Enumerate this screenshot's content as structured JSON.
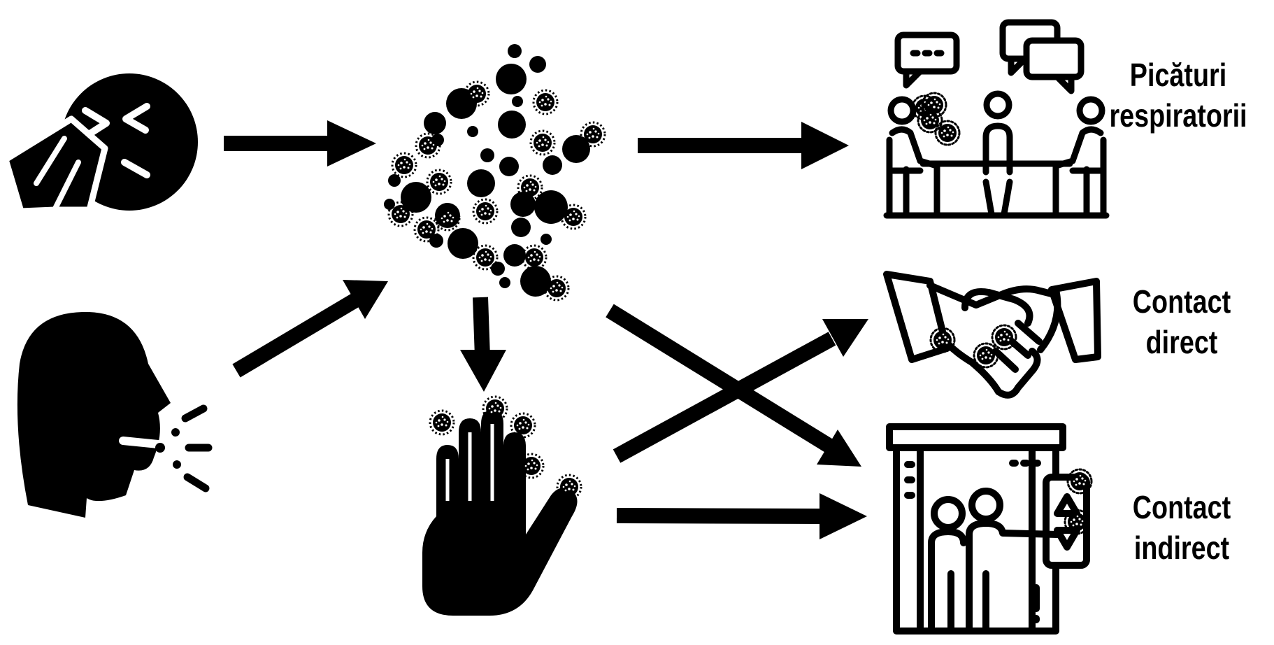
{
  "diagram": {
    "colors": {
      "ink": "#000000",
      "background": "#ffffff"
    },
    "sources": [
      {
        "icon": "sneeze-tissue-face-icon"
      },
      {
        "icon": "coughing-head-icon"
      }
    ],
    "intermediates": [
      {
        "icon": "virus-droplet-cloud-icon"
      },
      {
        "icon": "contaminated-hand-icon"
      }
    ],
    "routes": [
      {
        "icon": "people-talking-at-table-icon",
        "label_lines": [
          "Picături",
          "respiratorii"
        ]
      },
      {
        "icon": "handshake-icon",
        "label_lines": [
          "Contact",
          "direct"
        ]
      },
      {
        "icon": "elevator-button-icon",
        "label_lines": [
          "Contact",
          "indirect"
        ]
      }
    ]
  }
}
